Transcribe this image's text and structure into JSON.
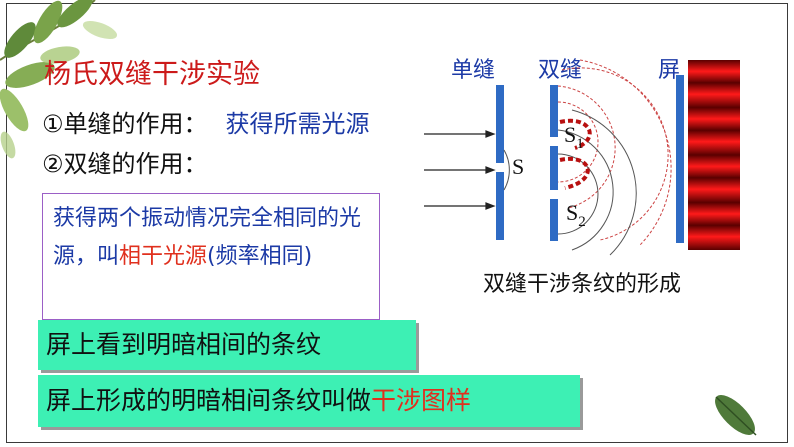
{
  "title": "杨氏双缝干涉实验",
  "line1": {
    "label": "①单缝的作用：",
    "answer": "获得所需光源"
  },
  "line2": {
    "label": "②双缝的作用："
  },
  "box": {
    "text_a": "获得两个振动情况完全相同的光源，叫",
    "highlight": "相干光源",
    "text_b": "(频率相同)"
  },
  "bar1": "屏上看到明暗相间的条纹",
  "bar2": {
    "text": "屏上形成的明暗相间条纹叫做",
    "highlight": "干涉图样"
  },
  "diagram": {
    "label_single": "单缝",
    "label_double": "双缝",
    "label_screen": "屏",
    "source_label": "S",
    "s1_main": "S",
    "s1_sub": "1",
    "s2_main": "S",
    "s2_sub": "2",
    "caption": "双缝干涉条纹的形成"
  },
  "colors": {
    "title": "#cc1a1a",
    "answer": "#1c3aa6",
    "highlight": "#e0301e",
    "bar_bg": "#3df0b4",
    "slit": "#2e6bc4",
    "fringe_bright": "#ff1a1a",
    "fringe_dark": "#5a0000"
  },
  "icons": [
    "leaf-decoration-icon",
    "leaf-decoration-icon"
  ]
}
